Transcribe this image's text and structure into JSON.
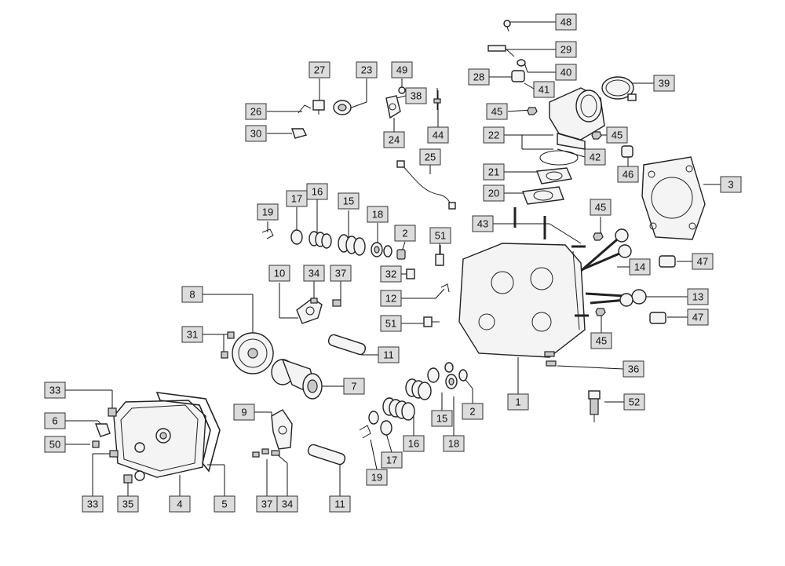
{
  "callouts": [
    "48",
    "29",
    "40",
    "28",
    "41",
    "39",
    "27",
    "23",
    "49",
    "38",
    "26",
    "45",
    "45",
    "30",
    "44",
    "22",
    "42",
    "24",
    "46",
    "3",
    "25",
    "21",
    "20",
    "45",
    "43",
    "19",
    "17",
    "16",
    "15",
    "18",
    "2",
    "51",
    "14",
    "47",
    "32",
    "10",
    "34",
    "37",
    "12",
    "13",
    "8",
    "47",
    "51",
    "45",
    "31",
    "11",
    "36",
    "7",
    "1",
    "52",
    "33",
    "6",
    "9",
    "15",
    "2",
    "50",
    "16",
    "18",
    "19",
    "17",
    "33",
    "35",
    "4",
    "5",
    "37",
    "34",
    "11"
  ]
}
